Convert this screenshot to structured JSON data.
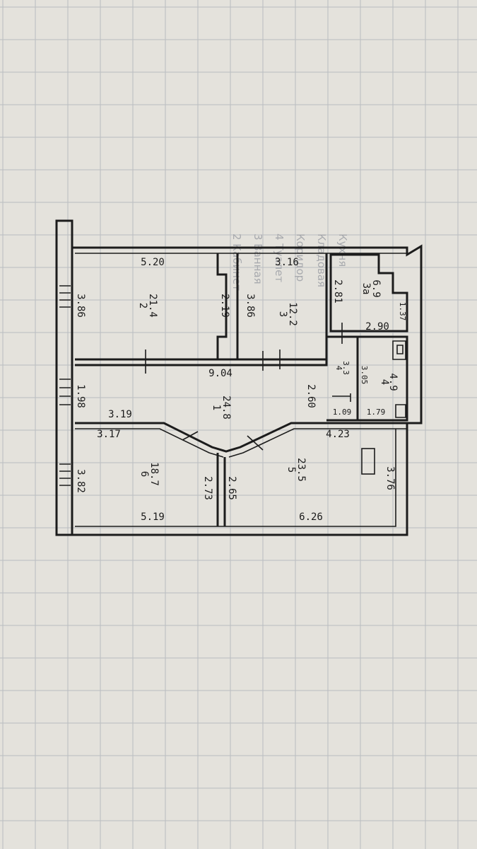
{
  "plan": {
    "rooms": [
      {
        "id": "room-2",
        "number": "2",
        "area": "21.4"
      },
      {
        "id": "room-3",
        "number": "3",
        "area": "12.2"
      },
      {
        "id": "room-3a",
        "number": "3a",
        "area": "6.9"
      },
      {
        "id": "room-1",
        "number": "1",
        "area": "24.8"
      },
      {
        "id": "room-4",
        "number": "4",
        "area": "4.9"
      },
      {
        "id": "room-4b",
        "number": "4",
        "area": "3.3"
      },
      {
        "id": "room-5",
        "number": "5",
        "area": "23.5"
      },
      {
        "id": "room-6",
        "number": "6",
        "area": "18.7"
      }
    ],
    "dimensions": {
      "d520": "5.20",
      "d316": "3.16",
      "d290": "2.90",
      "d137": "1.37",
      "d386a": "3.86",
      "d219": "2.19",
      "d386b": "3.86",
      "d281": "2.81",
      "d904": "9.04",
      "d198": "1.98",
      "d319": "3.19",
      "d260": "2.60",
      "d305": "3.05",
      "d109": "1.09",
      "d179": "1.79",
      "d317": "3.17",
      "d423": "4.23",
      "d382": "3.82",
      "d273": "2.73",
      "d265": "2.65",
      "d376": "3.76",
      "d519": "5.19",
      "d626": "6.26"
    },
    "ghost_text": [
      "2 Кабинет",
      "3 Ванная",
      "4 Туалет",
      "Коридор",
      "Кладовая",
      "Кухня"
    ]
  }
}
